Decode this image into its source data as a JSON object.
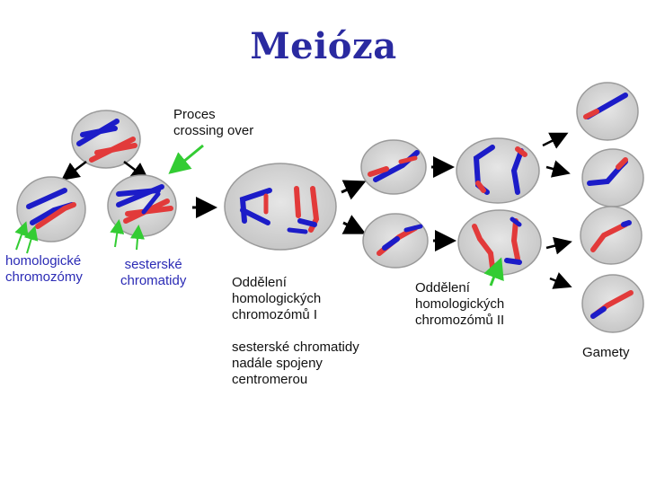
{
  "title": "Meióza",
  "labels": {
    "crossing_over": "Proces\ncrossing over",
    "homologous": "homologické\nchromozómy",
    "sister": "sesterské\nchromatidy",
    "separation_1": "Oddělení\nhomologických\nchromozómů I",
    "sister_joined": "sesterské chromatidy\nnadále spojeny\ncentromerou",
    "separation_2": "Oddělení\nhomologických\nchromozómů II",
    "gametes": "Gamety"
  },
  "colors": {
    "title": "#2a2aa0",
    "cell_fill": "#d8d8d8",
    "cell_stroke": "#9a9a9a",
    "chromosome_red": "#e23a3a",
    "chromosome_blue": "#1c1cc8",
    "pointer_green": "#33cc33",
    "arrow": "#000000"
  }
}
